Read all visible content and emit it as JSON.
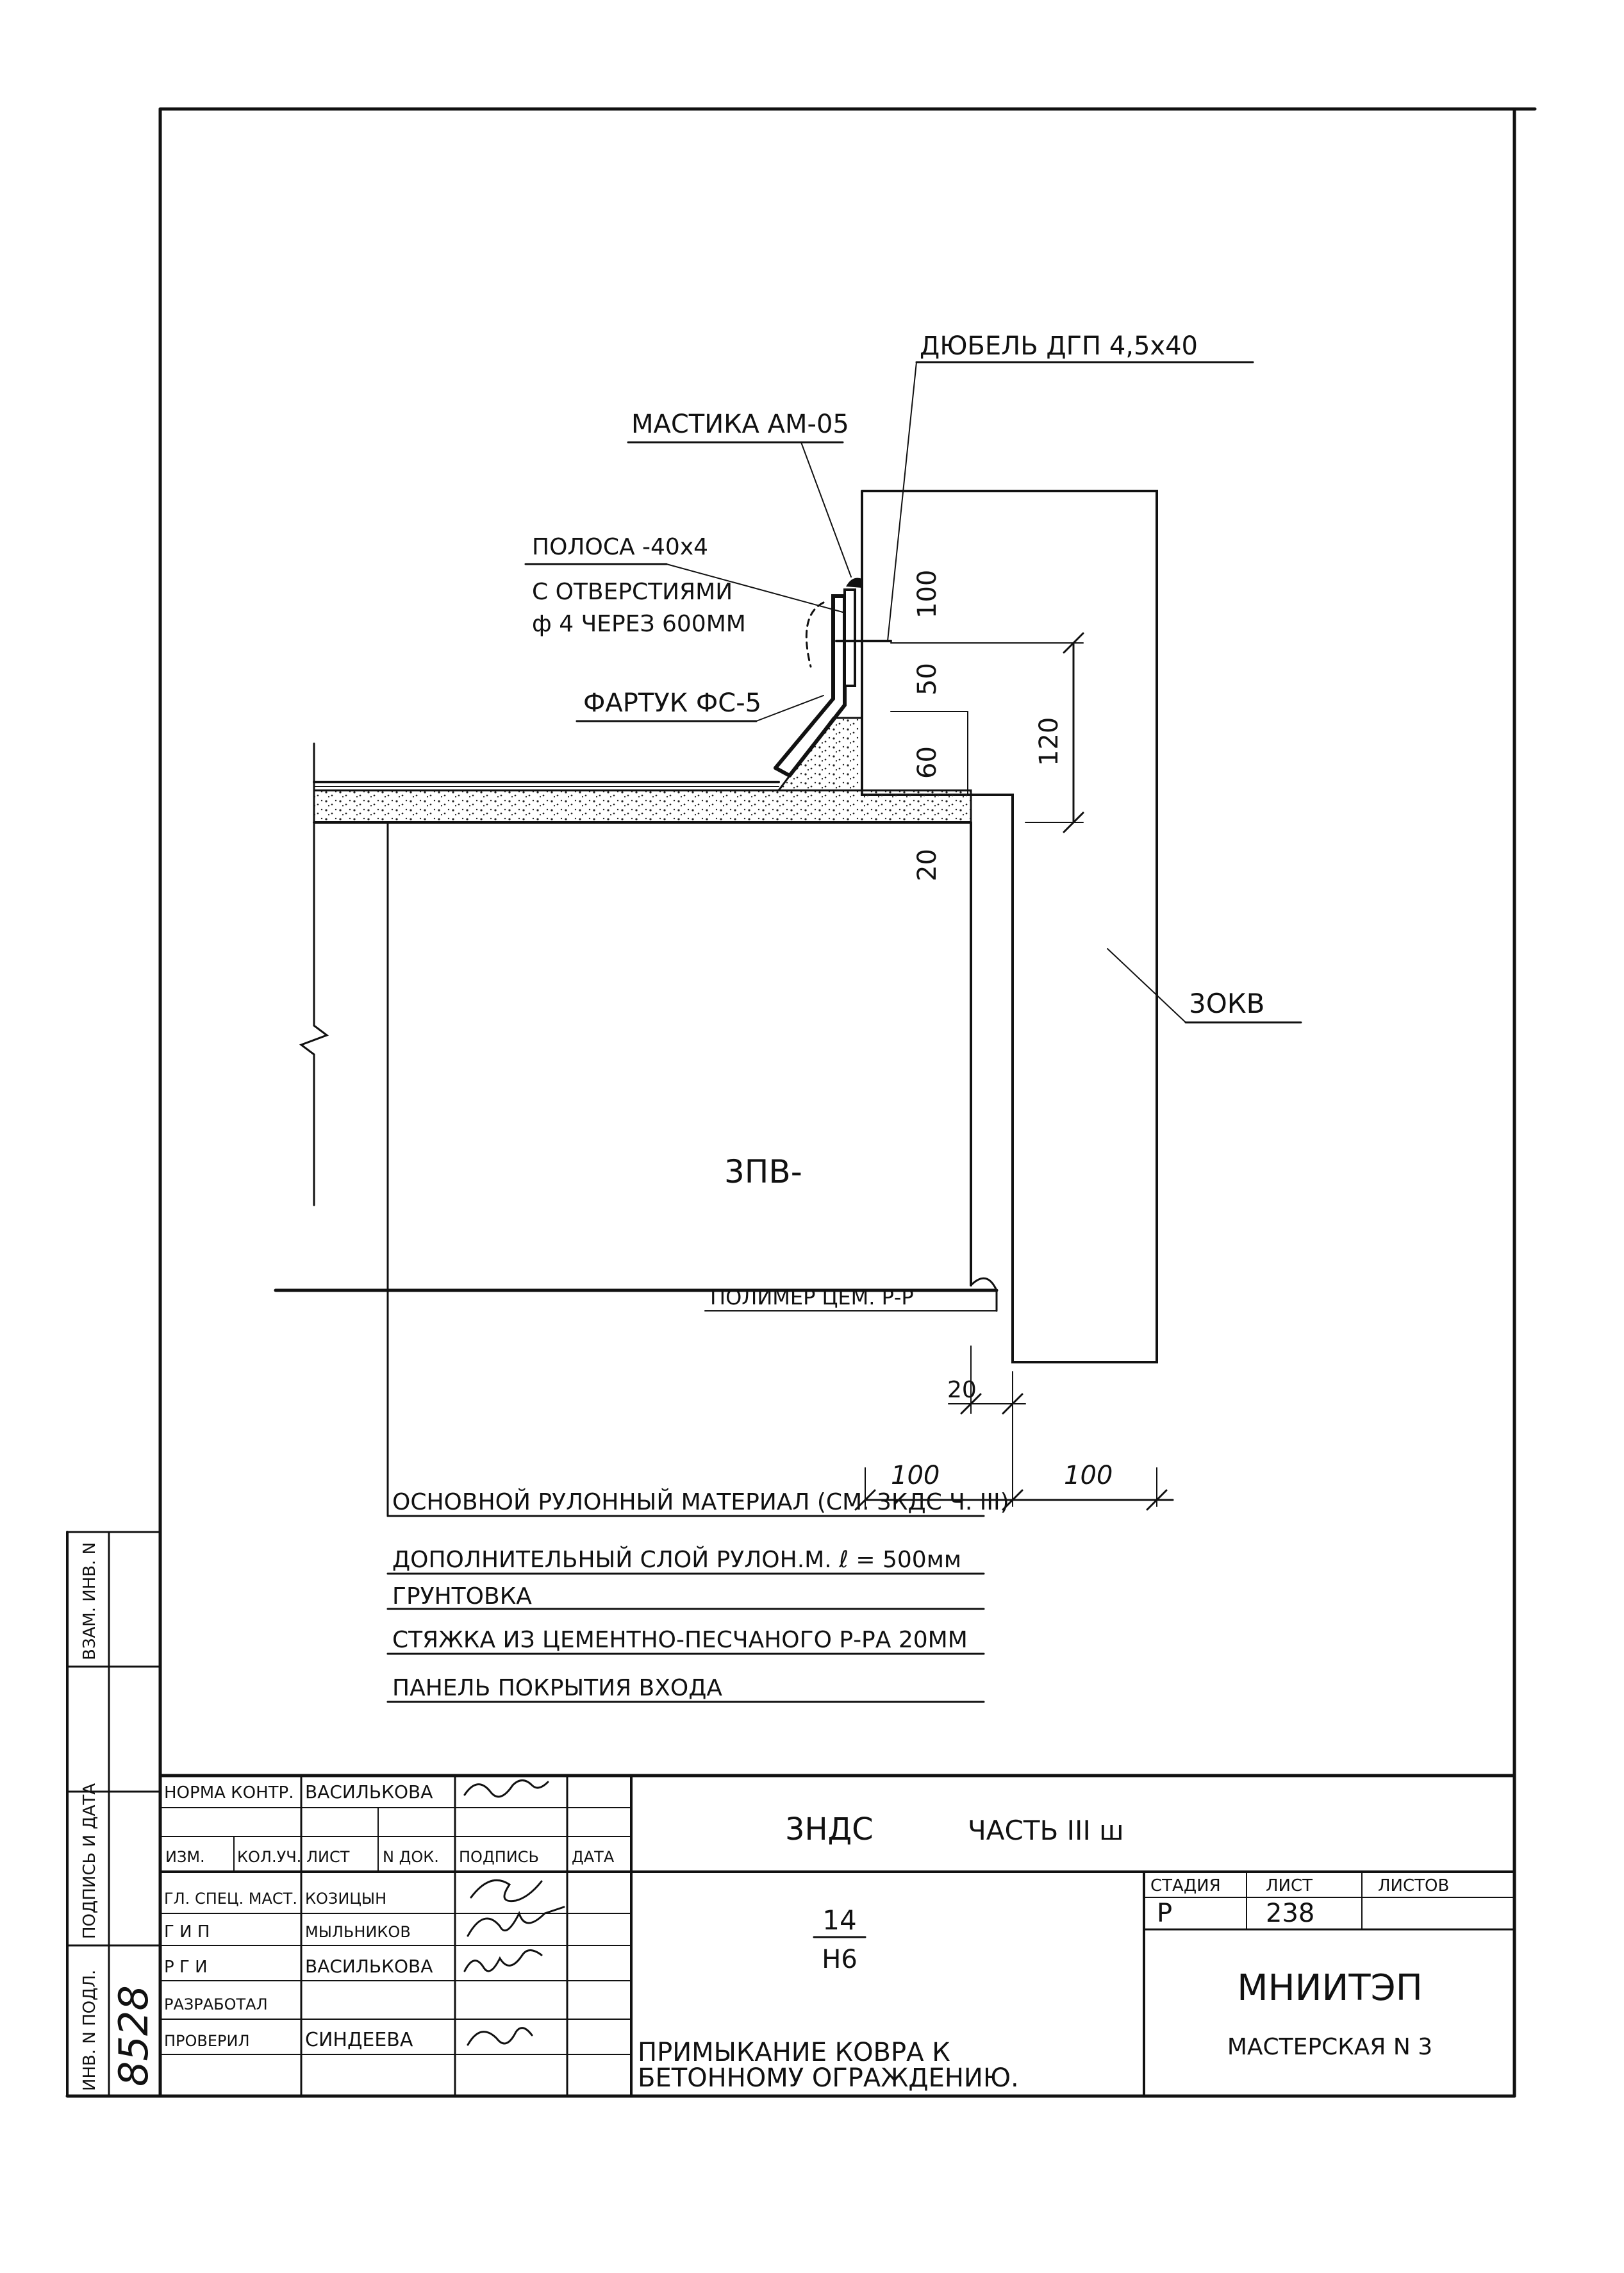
{
  "drawing": {
    "labels": {
      "dowel": "ДЮБЕЛЬ ДГП 4,5х40",
      "mastic": "МАСТИКА АМ-05",
      "strip_line1": "ПОЛОСА -40х4",
      "strip_line2": "С ОТВЕРСТИЯМИ",
      "strip_line3": "ф 4 ЧЕРЕЗ 600ММ",
      "apron": "ФАРТУК ФС-5",
      "element_right": "3ОКВ",
      "element_panel": "3ПВ-",
      "polymer": "ПОЛИМЕР ЦЕМ. Р-Р"
    },
    "dimensions": {
      "d100_top": "100",
      "d50": "50",
      "d60": "60",
      "d20_vertical": "20",
      "d120": "120",
      "d20_bottom": "20",
      "d100_left": "100",
      "d100_right": "100"
    },
    "layers": [
      "ОСНОВНОЙ РУЛОННЫЙ МАТЕРИАЛ (СМ. 3КДС Ч. III)",
      "ДОПОЛНИТЕЛЬНЫЙ СЛОЙ РУЛОН.М.   ℓ = 500мм",
      "ГРУНТОВКА",
      "СТЯЖКА ИЗ ЦЕМЕНТНО-ПЕСЧАНОГО Р-РА 20ММ",
      "ПАНЕЛЬ ПОКРЫТИЯ ВХОДА"
    ]
  },
  "side_stamp": {
    "col1": "ВЗАМ. ИНВ. N",
    "col2": "ПОДПИСЬ И ДАТА",
    "col3": "ИНВ. N ПОДЛ.",
    "inv_number": "8528"
  },
  "title_block": {
    "project_code": "3НДС",
    "part": "ЧАСТЬ  III ш",
    "sheet_ref_top": "14",
    "sheet_ref_bottom": "Н6",
    "title_line1": "ПРИМЫКАНИЕ КОВРА К",
    "title_line2": "БЕТОННОМУ ОГРАЖДЕНИЮ.",
    "stage_header": "СТАДИЯ",
    "sheet_header": "ЛИСТ",
    "sheets_header": "ЛИСТОВ",
    "stage_value": "Р",
    "sheet_value": "238",
    "sheets_value": "",
    "org_name": "МНИИТЭП",
    "workshop": "МАСТЕРСКАЯ N 3",
    "headers": {
      "izm": "ИЗМ.",
      "kol_uch": "КОЛ.УЧ.",
      "list": "ЛИСТ",
      "n_dok": "N ДОК.",
      "podpis": "ПОДПИСЬ",
      "data": "ДАТА"
    },
    "rows": {
      "r0_role": "НОРМА КОНТР.",
      "r0_name": "ВАСИЛЬКОВА",
      "r1_role": "ГЛ. СПЕЦ. МАСТ.",
      "r1_name": "КОЗИЦЫН",
      "r2_role": "Г И П",
      "r2_name": "МЫЛЬНИКОВ",
      "r3_role": "Р Г И",
      "r3_name": "ВАСИЛЬКОВА",
      "r4_role": "РАЗРАБОТАЛ",
      "r4_name": "",
      "r5_role": "ПРОВЕРИЛ",
      "r5_name": "СИНДЕЕВА"
    }
  }
}
